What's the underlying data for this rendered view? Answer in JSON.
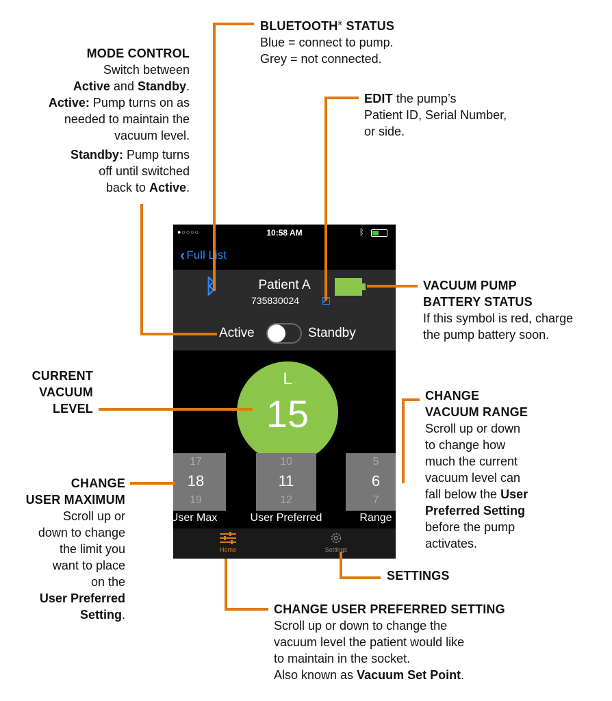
{
  "annotations": {
    "bluetooth": {
      "title": "BLUETOOTH",
      "mark": "®",
      "title_rest": " STATUS",
      "lines": [
        "Blue = connect to pump.",
        "Grey = not connected."
      ]
    },
    "mode": {
      "title": "MODE CONTROL",
      "l1": "Switch between",
      "l2_a": "Active",
      "l2_and": " and ",
      "l2_b": "Standby",
      "l2_end": ".",
      "l3_b": "Active:",
      "l3_rest": " Pump turns on as",
      "l4": "needed to maintain the",
      "l5": "vacuum level.",
      "l6_b": "Standby:",
      "l6_rest": " Pump turns",
      "l7": "off until switched",
      "l8_rest": "back to ",
      "l8_b": "Active",
      "l8_end": "."
    },
    "edit": {
      "title": "EDIT",
      "l1_rest": " the pump’s",
      "l2": "Patient ID, Serial Number,",
      "l3": "or side."
    },
    "battery": {
      "title1": "VACUUM PUMP",
      "title2": "BATTERY STATUS",
      "l1": "If this symbol is red, charge",
      "l2": "the pump battery soon."
    },
    "current": {
      "t1": "CURRENT",
      "t2": "VACUUM",
      "t3": "LEVEL"
    },
    "range": {
      "t1": "CHANGE",
      "t2": "VACUUM RANGE",
      "l1": "Scroll up or down",
      "l2": "to change how",
      "l3": "much the current",
      "l4": "vacuum level can",
      "l5_rest": "fall below the ",
      "l5_b": "User",
      "l6_b": "Preferred Setting",
      "l7": "before the pump",
      "l8": "activates."
    },
    "usermax": {
      "t1": "CHANGE",
      "t2": "USER MAXIMUM",
      "l1": "Scroll up or",
      "l2": "down to change",
      "l3": "the limit you",
      "l4": "want to place",
      "l5": "on the",
      "l6_b": "User Preferred",
      "l7_b": "Setting",
      "l7_end": "."
    },
    "settings": {
      "title": "SETTINGS"
    },
    "preferred": {
      "title": "CHANGE USER PREFERRED SETTING",
      "l1": "Scroll up or down to change the",
      "l2": "vacuum level  the patient would like",
      "l3": "to maintain in the socket.",
      "l4_rest": "Also known as ",
      "l4_b": "Vacuum Set Point",
      "l4_end": "."
    }
  },
  "phone": {
    "status": {
      "signal": "●○○○○",
      "time": "10:58 AM",
      "bt_icon": "bluetooth-icon"
    },
    "nav": {
      "back_label": "Full List"
    },
    "patient": {
      "name": "Patient A",
      "id": "735830024"
    },
    "mode": {
      "active_label": "Active",
      "standby_label": "Standby"
    },
    "level": {
      "side": "L",
      "value": "15"
    },
    "pickers": [
      {
        "prev": "17",
        "cur": "18",
        "next": "19",
        "caption": "User Max"
      },
      {
        "prev": "10",
        "cur": "11",
        "next": "12",
        "caption": "User Preferred"
      },
      {
        "prev": "5",
        "cur": "6",
        "next": "7",
        "caption": "Range"
      }
    ],
    "tabs": {
      "home": "Home",
      "settings": "Settings"
    }
  },
  "colors": {
    "accent": "#e07a0c",
    "bluetooth_blue": "#2f86f6",
    "level_green": "#8bc54a"
  }
}
